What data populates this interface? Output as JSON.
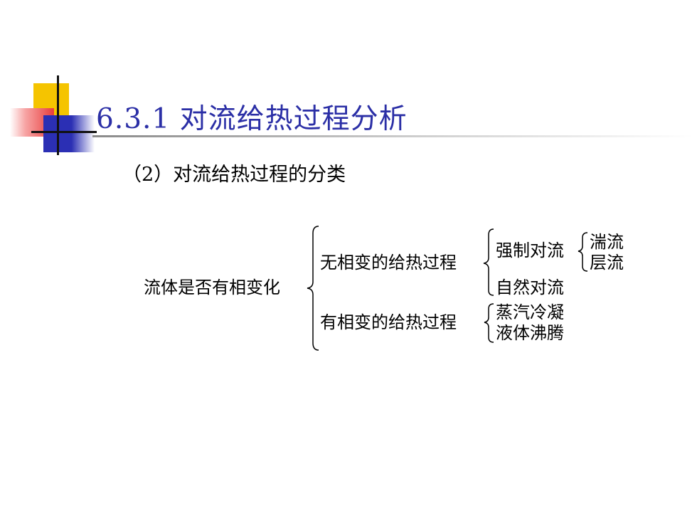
{
  "slide": {
    "title": "6.3.1 对流给热过程分析",
    "subtitle": "（2）对流给热过程的分类"
  },
  "diagram": {
    "root": "流体是否有相变化",
    "no_phase_change": {
      "label": "无相变的给热过程",
      "forced": {
        "label": "强制对流",
        "children": [
          "湍流",
          "层流"
        ]
      },
      "natural": "自然对流"
    },
    "phase_change": {
      "label": "有相变的给热过程",
      "children": [
        "蒸汽冷凝",
        "液体沸腾"
      ]
    }
  },
  "colors": {
    "title": "#2b2fa6",
    "logo_yellow": "#f5c400",
    "logo_red": "#e83c3c",
    "logo_blue": "#2b2fb4"
  }
}
